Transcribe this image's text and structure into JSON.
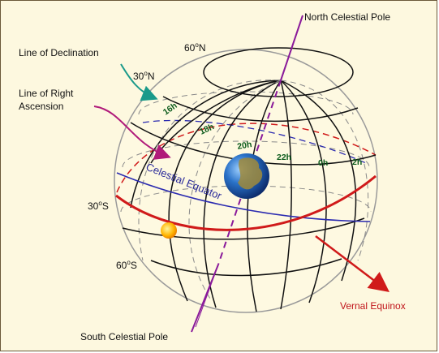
{
  "labels": {
    "north_pole": "North Celestial Pole",
    "south_pole": "South Celestial Pole",
    "line_of_declination": "Line of Declination",
    "line_of_right_ascension_1": "Line of Right",
    "line_of_right_ascension_2": "Ascension",
    "celestial_equator": "Celestial Equator",
    "vernal_equinox": "Vernal Equinox",
    "lat_60n": "60",
    "lat_60n_suffix": "N",
    "lat_30n": "30",
    "lat_30n_suffix": "N",
    "lat_30s": "30",
    "lat_30s_suffix": "S",
    "lat_60s": "60",
    "lat_60s_suffix": "S",
    "degree": "o"
  },
  "hours": [
    "16h",
    "18h",
    "20h",
    "22h",
    "0h",
    "2h"
  ],
  "colors": {
    "background": "#fdf8df",
    "ecliptic": "#d01a1a",
    "equator": "#2b2bb0",
    "axis": "#8a1a9a",
    "declination_pointer": "#1a9a8a",
    "ra_pointer": "#b01a7a",
    "grid": "#111111"
  }
}
